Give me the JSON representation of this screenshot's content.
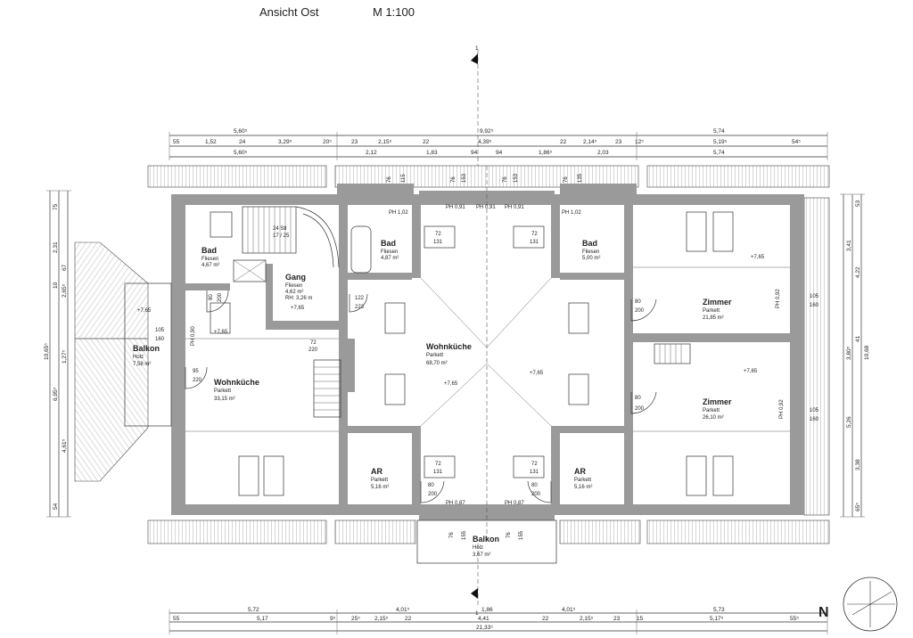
{
  "header": {
    "view": "Ansicht Ost",
    "scale": "M 1:100"
  },
  "section_mark": "1",
  "north_mark": "N",
  "rooms": [
    {
      "id": "bad-left",
      "name": "Bad",
      "floor": "Fliesen",
      "area": "4,67 m²"
    },
    {
      "id": "gang",
      "name": "Gang",
      "floor": "Fliesen",
      "area": "4,62 m²",
      "extra": "RH: 3,26 m"
    },
    {
      "id": "bad-mid-left",
      "name": "Bad",
      "floor": "Fliesen",
      "area": "4,87 m²"
    },
    {
      "id": "bad-mid-right",
      "name": "Bad",
      "floor": "Fliesen",
      "area": "5,00 m²"
    },
    {
      "id": "wohnkueche-left",
      "name": "Wohnküche",
      "floor": "Parkett",
      "area": "33,15 m²"
    },
    {
      "id": "wohnkueche-mid",
      "name": "Wohnküche",
      "floor": "Parkett",
      "area": "68,70 m²"
    },
    {
      "id": "balkon-left",
      "name": "Balkon",
      "floor": "Holz",
      "area": "7,58 m²"
    },
    {
      "id": "zimmer-top",
      "name": "Zimmer",
      "floor": "Parkett",
      "area": "21,85 m²"
    },
    {
      "id": "zimmer-bottom",
      "name": "Zimmer",
      "floor": "Parkett",
      "area": "26,10 m²"
    },
    {
      "id": "ar-left",
      "name": "AR",
      "floor": "Parkett",
      "area": "5,16 m²"
    },
    {
      "id": "ar-right",
      "name": "AR",
      "floor": "Parkett",
      "area": "5,16 m²"
    },
    {
      "id": "balkon-bottom",
      "name": "Balkon",
      "floor": "Holz",
      "area": "3,67 m²"
    }
  ],
  "stair_labels": {
    "steps": "24 Stl",
    "rise": "17 / 25"
  },
  "level_marks": [
    "+7,65",
    "+7,65",
    "+7,65",
    "+7,65",
    "+7,65",
    "+7,65",
    "+7,65"
  ],
  "window_labels": [
    "PH 1,02",
    "PH 0,91",
    "PH 0,91",
    "PH 0,91",
    "PH 1,02",
    "PH 0,87",
    "PH 0,87",
    "PH 0,92",
    "PH 0,92",
    "PH 0,90"
  ],
  "window_sizes": [
    "72",
    "131",
    "72",
    "131",
    "72",
    "131",
    "72",
    "131"
  ],
  "door_sizes": [
    "80",
    "200",
    "80",
    "200",
    "80",
    "200",
    "80",
    "200",
    "80",
    "200",
    "95",
    "220",
    "105",
    "160",
    "105",
    "160",
    "105",
    "160",
    "72",
    "220",
    "122",
    "223"
  ],
  "top_dims": {
    "row1": [
      "5,60⁵",
      "9,92⁵",
      "5,74"
    ],
    "row2": [
      "55",
      "1,52",
      "24",
      "3,29⁵",
      "20⁵",
      "23",
      "2,15⁵",
      "22",
      "4,39⁵",
      "22",
      "2,14⁵",
      "23",
      "12⁵",
      "5,19⁵",
      "54⁵"
    ],
    "row3": [
      "5,60⁵",
      "2,12",
      "1,83",
      "94",
      "94",
      "1,86⁵",
      "2,03",
      "5,74"
    ]
  },
  "top_small_dims": [
    "76",
    "115",
    "76",
    "153",
    "76",
    "153",
    "76",
    "135"
  ],
  "bottom_dims": {
    "row1": [
      "5,72",
      "4,01⁵",
      "1,86",
      "4,01⁵",
      "5,73"
    ],
    "row2": [
      "55",
      "5,17",
      "9⁵",
      "25⁵",
      "2,15⁵",
      "22",
      "4,41",
      "22",
      "2,15⁵",
      "23",
      "15",
      "5,17⁵",
      "55⁵"
    ],
    "row3": [
      "21,33⁵"
    ]
  },
  "bottom_small_dims": [
    "76",
    "155",
    "76",
    "155"
  ],
  "left_dims": [
    "75",
    "2,31",
    "67",
    "10",
    "2,65⁵",
    "1,27⁵",
    "6,95⁵",
    "4,61⁵",
    "54",
    "10,65⁵"
  ],
  "right_dims": [
    "53",
    "3,41",
    "4,22",
    "41",
    "3,38",
    "5,26",
    "10,68",
    "65⁵",
    "3,80⁵"
  ]
}
